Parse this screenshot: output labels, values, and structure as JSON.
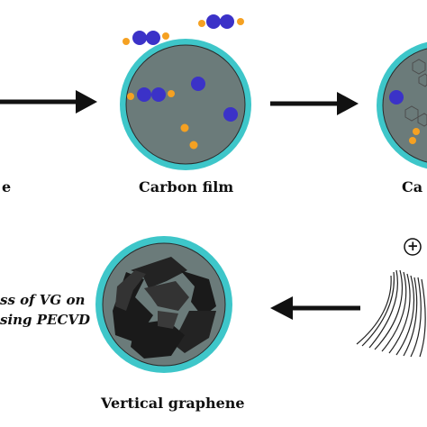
{
  "labels": {
    "left_partial": "e",
    "carbon_film": "Carbon film",
    "right_partial": "Ca",
    "vertical_graphene": "Vertical graphene",
    "process_line1": "ss of VG  on",
    "process_line2": "sing PECVD",
    "plus_symbol": "+"
  },
  "colors": {
    "background": "#ffffff",
    "disk_fill": "#6b7b7a",
    "disk_ring": "#3ec6c9",
    "blue_atom": "#3b32c8",
    "orange_atom": "#f5a122",
    "arrow": "#111111",
    "graphene_dark": "#1a1a1a",
    "graphene_mid": "#333333",
    "hexagon_line": "#4d4d4d"
  }
}
